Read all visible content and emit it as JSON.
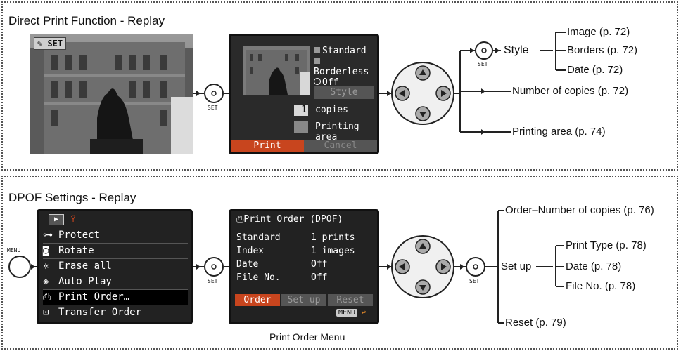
{
  "sections": {
    "direct_print": {
      "title": "Direct Print Function - Replay",
      "set_badge": "SET",
      "set_caption_1": "SET",
      "set_caption_2": "SET",
      "screen": {
        "style_items": [
          "Standard",
          "Borderless",
          "Off"
        ],
        "style_button": "Style",
        "copies_value": "1",
        "copies_label": "copies",
        "printing_area_label": "Printing area",
        "print_button": "Print",
        "cancel_button": "Cancel"
      },
      "labels": {
        "style": "Style",
        "image": "Image (p. 72)",
        "borders": "Borders (p. 72)",
        "date": "Date (p. 72)",
        "copies": "Number of copies (p. 72)",
        "printing_area": "Printing area (p. 74)"
      }
    },
    "dpof": {
      "title": "DPOF Settings - Replay",
      "menu_caption": "MENU",
      "set_caption_1": "SET",
      "set_caption_2": "SET",
      "menu_screen": {
        "items": [
          "Protect",
          "Rotate",
          "Erase all",
          "Auto Play",
          "Print Order…",
          "Transfer Order"
        ]
      },
      "order_screen": {
        "title": "Print Order (DPOF)",
        "rows": [
          {
            "label": "Standard",
            "value": "1 prints"
          },
          {
            "label": "Index",
            "value": "1 images"
          },
          {
            "label": "Date",
            "value": "Off"
          },
          {
            "label": "File No.",
            "value": "Off"
          }
        ],
        "buttons": [
          "Order",
          "Set up",
          "Reset"
        ],
        "menu_badge": "MENU",
        "caption": "Print Order Menu"
      },
      "labels": {
        "order_copies": "Order–Number of copies (p. 76)",
        "set_up": "Set up",
        "print_type": "Print Type (p. 78)",
        "date": "Date (p. 78)",
        "file_no": "File No. (p. 78)",
        "reset": "Reset (p. 79)"
      }
    }
  }
}
